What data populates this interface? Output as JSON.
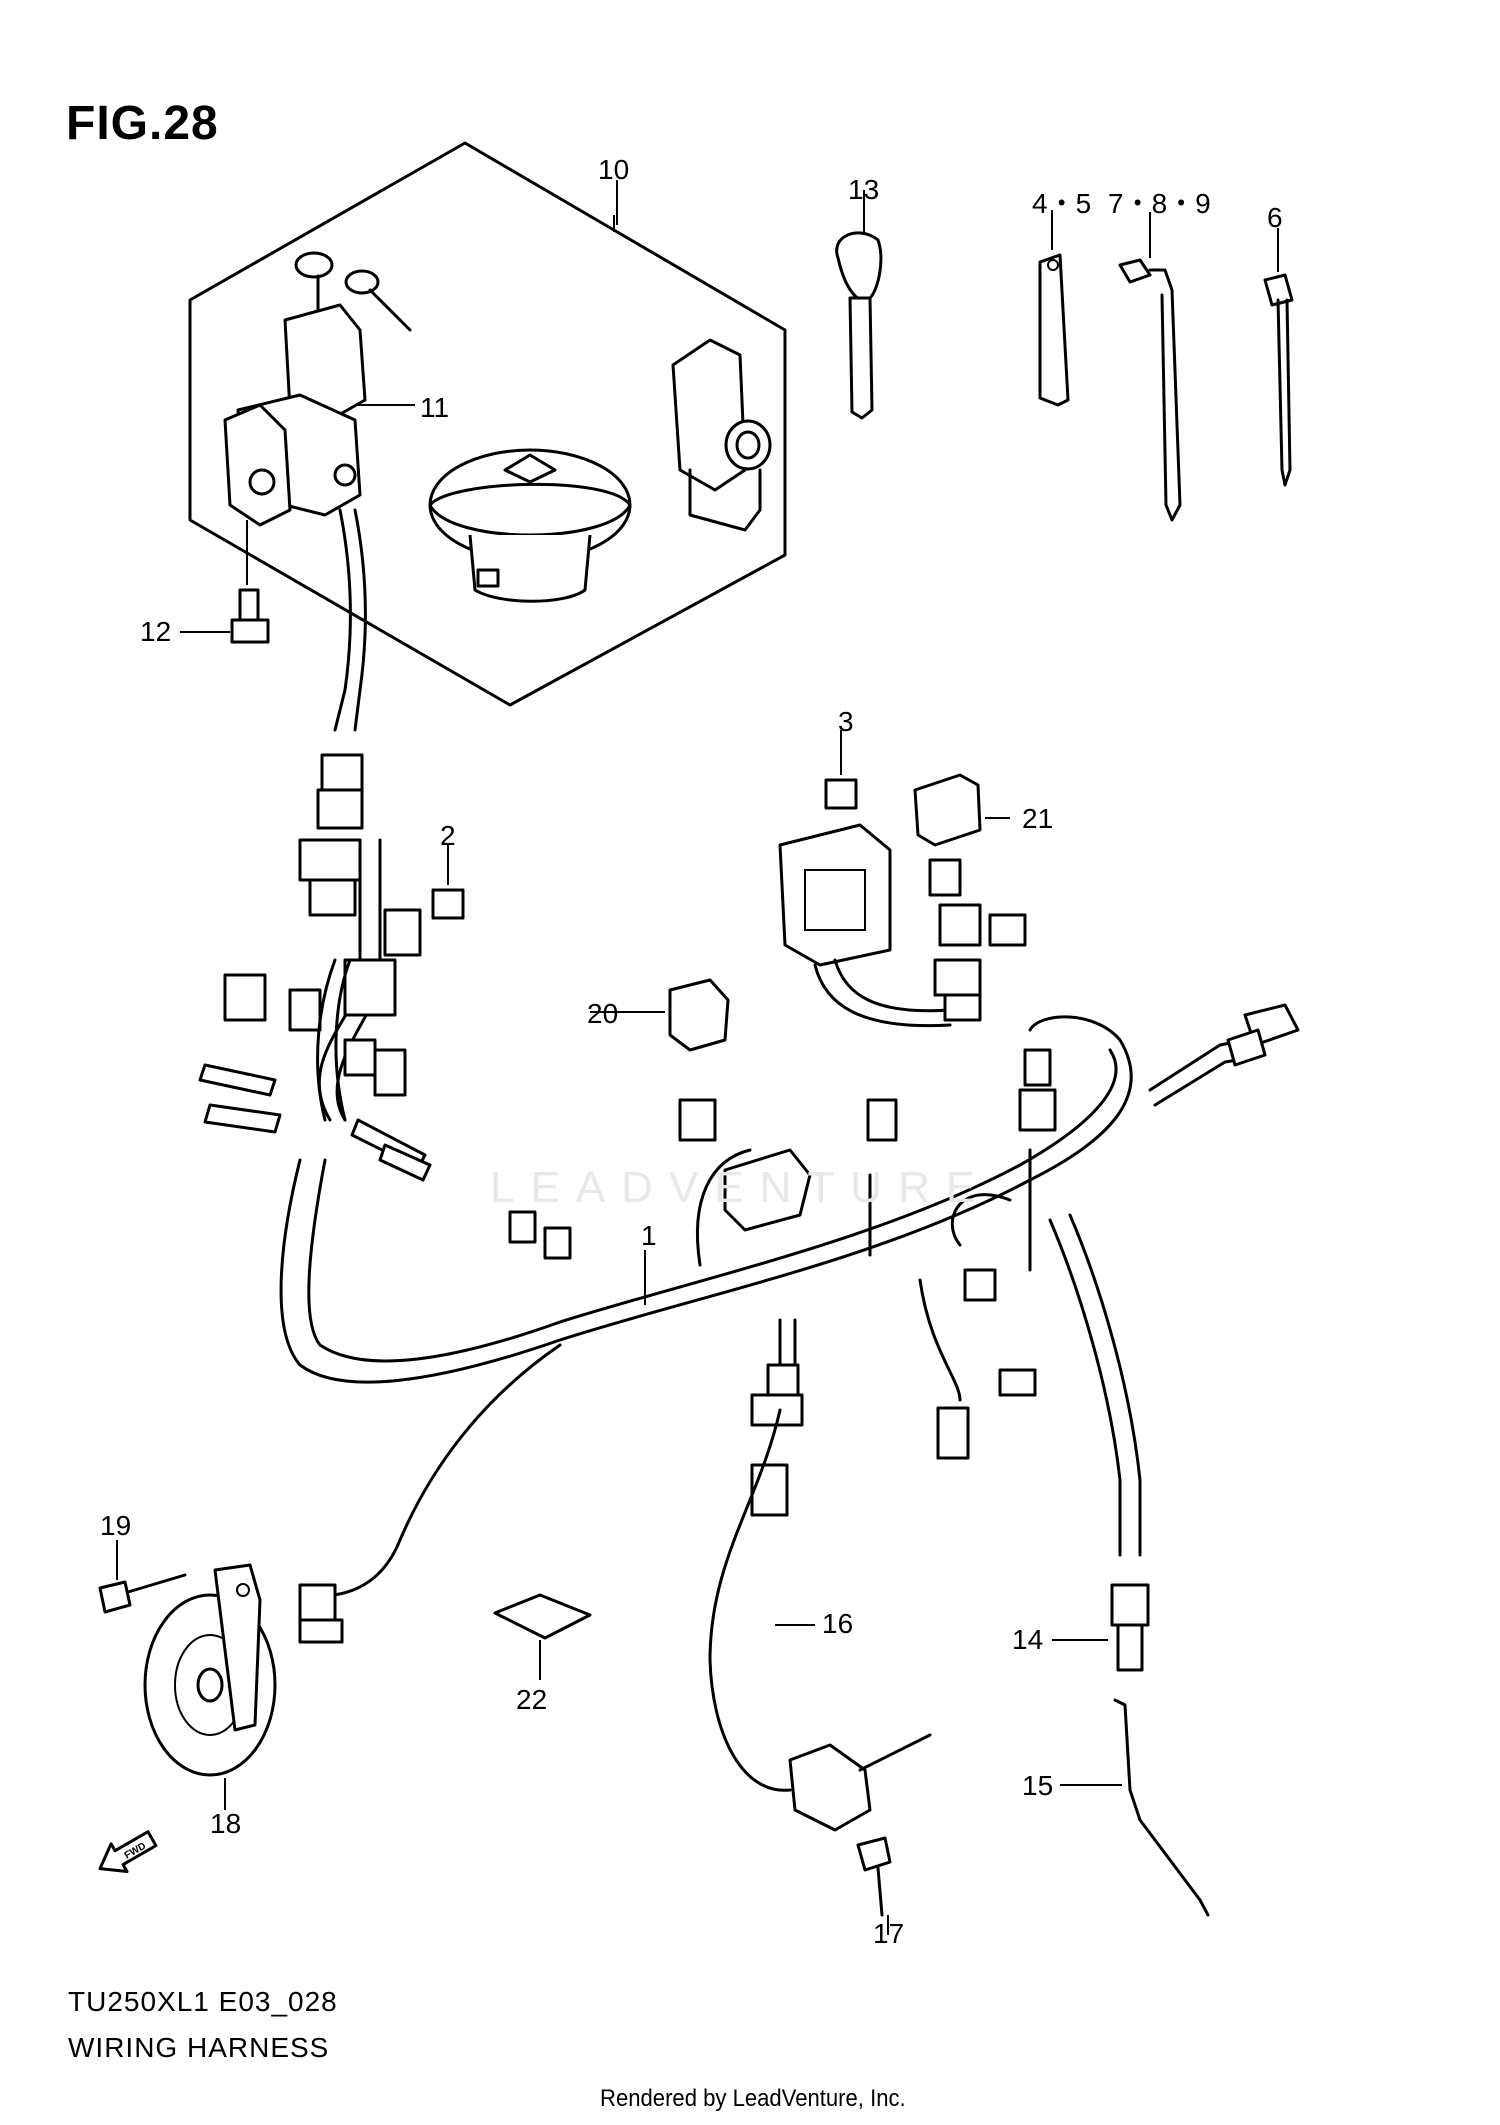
{
  "figure": {
    "title": "FIG.28",
    "model_code": "TU250XL1 E03_028",
    "subtitle": "WIRING HARNESS",
    "footer": "Rendered by LeadVenture, Inc.",
    "watermark": "LEADVENTURE"
  },
  "callouts": {
    "c1": "1",
    "c2": "2",
    "c3": "3",
    "c45": "4・5",
    "c6": "6",
    "c789": "7・8・9",
    "c10": "10",
    "c11": "11",
    "c12": "12",
    "c13": "13",
    "c14": "14",
    "c15": "15",
    "c16": "16",
    "c17": "17",
    "c18": "18",
    "c19": "19",
    "c20": "20",
    "c21": "21",
    "c22": "22"
  },
  "fwd_arrow_label": "FWD"
}
